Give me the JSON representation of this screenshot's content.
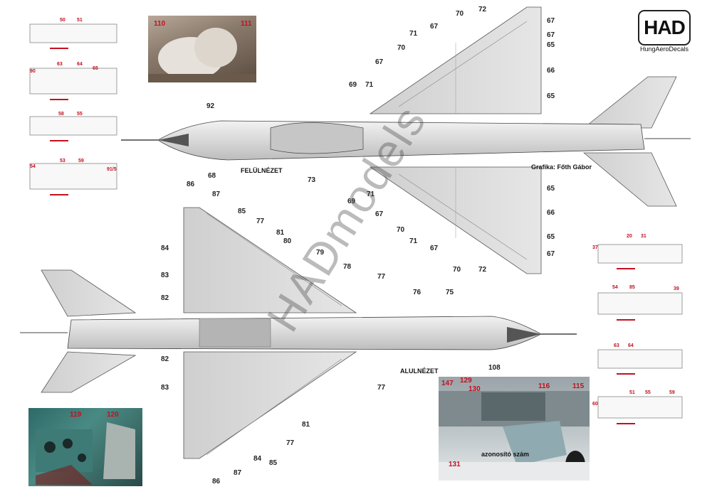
{
  "logo": {
    "mark": "HAD",
    "name": "HungAeroDecals"
  },
  "views": {
    "top": "FELÜLNÉZET",
    "bottom": "ALULNÉZET"
  },
  "credit": "Grafika: Főth Gábor",
  "watermark": "HADmodels",
  "photos": {
    "parachute": {
      "numbers": [
        "110",
        "111"
      ]
    },
    "cockpit": {
      "numbers": [
        "119",
        "120"
      ]
    },
    "fuselage": {
      "numbers": [
        "147",
        "129",
        "130",
        "116",
        "115",
        "131"
      ],
      "caption": "azonosító szám"
    }
  },
  "top_callouts": [
    "70",
    "72",
    "67",
    "71",
    "67",
    "67",
    "65",
    "70",
    "67",
    "66",
    "69",
    "71",
    "65",
    "92",
    "68",
    "73",
    "69",
    "71",
    "65",
    "67",
    "66",
    "70",
    "67",
    "71",
    "65",
    "67",
    "70",
    "72"
  ],
  "bottom_callouts": [
    "86",
    "87",
    "85",
    "77",
    "81",
    "80",
    "84",
    "79",
    "78",
    "83",
    "77",
    "82",
    "76",
    "75",
    "82",
    "108",
    "83",
    "77",
    "81",
    "86",
    "87",
    "84",
    "85",
    "77"
  ],
  "stencil_left": [
    "50",
    "51",
    "90",
    "63",
    "64",
    "65",
    "58",
    "55",
    "54",
    "53",
    "59",
    "91/5"
  ],
  "stencil_right": [
    "37",
    "20",
    "31",
    "54",
    "85",
    "39",
    "63",
    "64",
    "60",
    "51",
    "55",
    "59"
  ]
}
